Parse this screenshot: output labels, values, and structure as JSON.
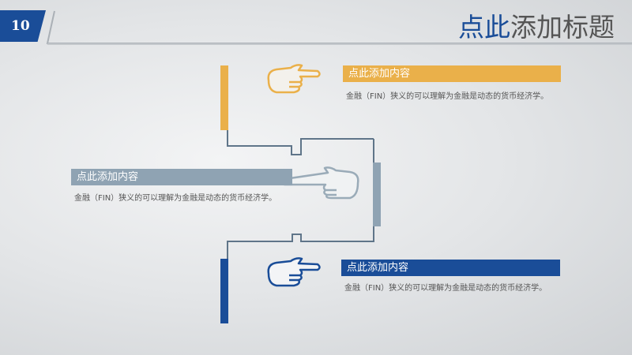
{
  "header": {
    "page_number": "10",
    "title_highlight": "点此",
    "title_rest": "添加标题"
  },
  "items": [
    {
      "heading": "点此添加内容",
      "text": "金融（FIN）狭义的可以理解为金融是动态的货币经济学。",
      "color": "#eab04a"
    },
    {
      "heading": "点此添加内容",
      "text": "金融（FIN）狭义的可以理解为金融是动态的货币经济学。",
      "color": "#8fa3b3"
    },
    {
      "heading": "点此添加内容",
      "text": "金融（FIN）狭义的可以理解为金融是动态的货币经济学。",
      "color": "#1a4d98"
    }
  ]
}
